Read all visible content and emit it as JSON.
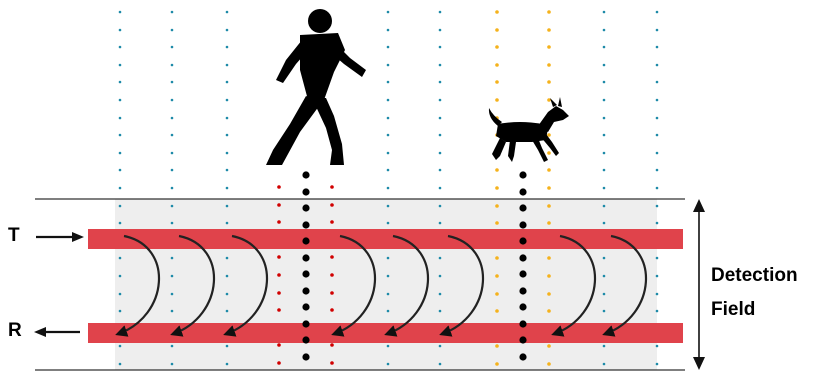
{
  "labels": {
    "transmitter": "T",
    "receiver": "R",
    "field_line1": "Detection",
    "field_line2": "Field"
  },
  "icons": {
    "person": "walking-person-icon",
    "dog": "dog-icon"
  },
  "colors": {
    "field_background": "#eeeeee",
    "transmit_bar": "#e0434b",
    "receive_bar": "#e0434b",
    "grid_dots": "#1d8aa8",
    "person_dots": "#d10000",
    "dog_dots": "#f5b21c",
    "center_dots": "#000000",
    "arcs": "#222222"
  }
}
